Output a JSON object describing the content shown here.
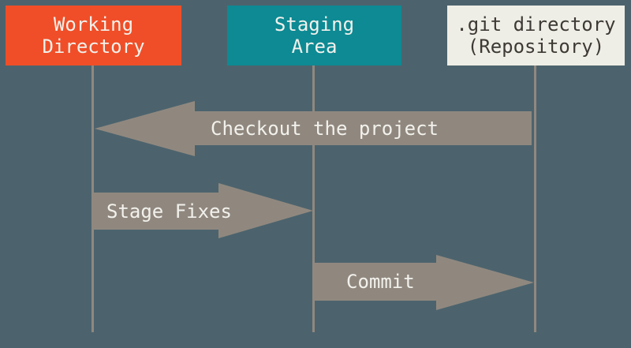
{
  "diagram": {
    "columns": [
      {
        "id": "working-directory",
        "label": "Working\nDirectory",
        "fill": "#f04e28",
        "text_color": "#f2f1ec"
      },
      {
        "id": "staging-area",
        "label": "Staging\nArea",
        "fill": "#0d8a93",
        "text_color": "#f2f1ec"
      },
      {
        "id": "git-directory",
        "label": ".git directory\n(Repository)",
        "fill": "#efeee6",
        "text_color": "#3d3935"
      }
    ],
    "arrows": [
      {
        "id": "checkout",
        "label": "Checkout the project",
        "direction": "left"
      },
      {
        "id": "stage-fixes",
        "label": "Stage Fixes",
        "direction": "right"
      },
      {
        "id": "commit",
        "label": "Commit",
        "direction": "right"
      }
    ],
    "colors": {
      "background": "#4c636d",
      "arrow": "#90887f",
      "lifeline": "#90887f",
      "arrow_text": "#f2f1ec"
    }
  }
}
